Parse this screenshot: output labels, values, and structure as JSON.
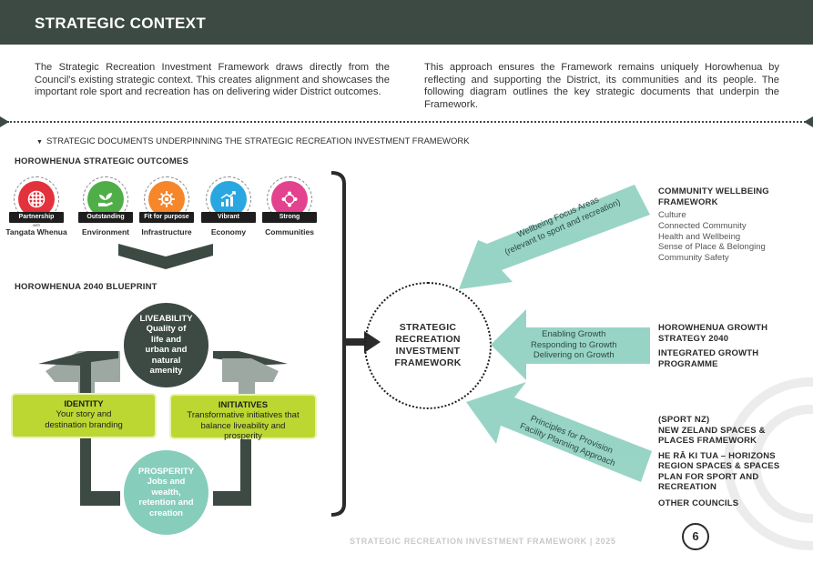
{
  "header": {
    "title": "STRATEGIC CONTEXT"
  },
  "intro": {
    "left": "The Strategic Recreation Investment Framework draws directly from the Council's existing strategic context. This creates alignment and showcases the important role sport and recreation has on delivering wider District outcomes.",
    "right": "This approach ensures the Framework remains uniquely Horowhenua by reflecting and supporting the District, its communities and its people. The following diagram outlines the key strategic documents that underpin the Framework."
  },
  "section_label": "STRATEGIC DOCUMENTS UNDERPINNING THE STRATEGIC RECREATION INVESTMENT FRAMEWORK",
  "outcomes": {
    "heading": "HOROWHENUA STRATEGIC OUTCOMES",
    "items": [
      {
        "tag": "Partnership",
        "small": "with",
        "label": "Tangata Whenua",
        "color": "#e3323b",
        "icon": "lattice-icon"
      },
      {
        "tag": "Outstanding",
        "small": "",
        "label": "Environment",
        "color": "#4fae47",
        "icon": "plant-hand-icon"
      },
      {
        "tag": "Fit for purpose",
        "small": "",
        "label": "Infrastructure",
        "color": "#f5862a",
        "icon": "gear-house-icon"
      },
      {
        "tag": "Vibrant",
        "small": "",
        "label": "Economy",
        "color": "#2aa7e0",
        "icon": "growth-chart-icon"
      },
      {
        "tag": "Strong",
        "small": "",
        "label": "Communities",
        "color": "#e4428e",
        "icon": "people-circle-icon"
      }
    ]
  },
  "blueprint": {
    "heading": "HOROWHENUA 2040 BLUEPRINT",
    "liveability": {
      "title": "LIVEABILITY",
      "body": "Quality of life and urban and natural amenity"
    },
    "identity": {
      "title": "IDENTITY",
      "body": "Your story and destination branding"
    },
    "initiatives": {
      "title": "INITIATIVES",
      "body": "Transformative initiatives that balance liveability and prosperity"
    },
    "prosperity": {
      "title": "PROSPERITY",
      "body": "Jobs and wealth, retention and creation"
    }
  },
  "framework": {
    "line1": "STRATEGIC",
    "line2": "RECREATION",
    "line3": "INVESTMENT",
    "line4": "FRAMEWORK"
  },
  "arrows": {
    "top": {
      "line1": "Wellbeing Focus Areas",
      "line2": "(relevant to sport and recreation)"
    },
    "middle": {
      "line1": "Enabling Growth",
      "line2": "Responding to Growth",
      "line3": "Delivering on Growth"
    },
    "bottom": {
      "line1": "Principles for Provision",
      "line2": "Facility Planning Approach"
    }
  },
  "right": {
    "wellbeing": {
      "heading1": "COMMUNITY WELLBEING",
      "heading2": "FRAMEWORK",
      "items": [
        "Culture",
        "Connected Community",
        "Health and Wellbeing",
        "Sense of Place & Belonging",
        "Community Safety"
      ]
    },
    "growth": {
      "h1a": "HOROWHENUA GROWTH",
      "h1b": "STRATEGY 2040",
      "h2a": "INTEGRATED GROWTH",
      "h2b": "PROGRAMME"
    },
    "sport": {
      "h1": "(SPORT NZ)",
      "h2": "NEW ZELAND SPACES &",
      "h3": "PLACES FRAMEWORK",
      "h4": "HE RĀ KI TUA – HORIZONS",
      "h5": "REGION SPACES & SPACES",
      "h6": "PLAN FOR SPORT AND",
      "h7": "RECREATION",
      "h8": "OTHER COUNCILS"
    }
  },
  "footer": {
    "text": "STRATEGIC RECREATION INVESTMENT FRAMEWORK | 2025",
    "page": "6"
  },
  "colors": {
    "dark": "#3c4a43",
    "teal": "#87cdbb",
    "lime": "#bcd732",
    "grey": "#9ea8a3"
  }
}
